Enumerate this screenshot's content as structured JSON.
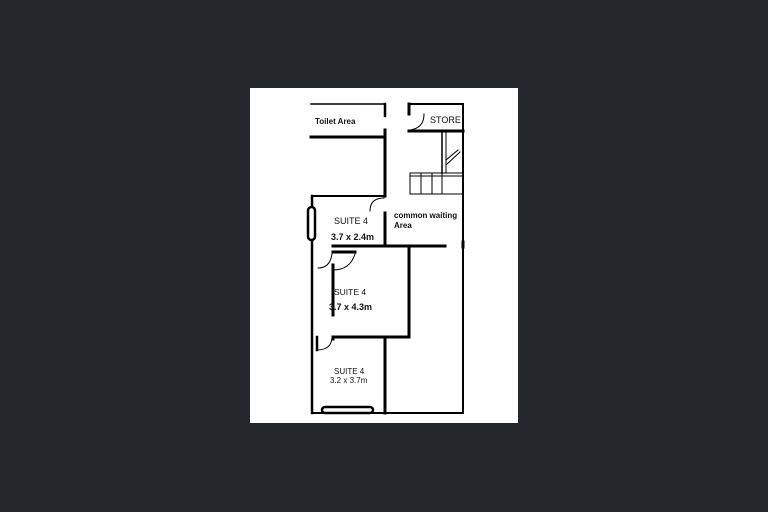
{
  "colors": {
    "background": "#23272c",
    "sheet": "#ffffff",
    "walls": "#000000"
  },
  "rooms": {
    "toilet": {
      "label": "Toilet Area"
    },
    "store": {
      "label": "STORE"
    },
    "waiting": {
      "label_line1": "common waiting",
      "label_line2": "Area"
    },
    "suite_a": {
      "name": "SUITE 4",
      "size": "3.7 x 2.4m"
    },
    "suite_b": {
      "name": "SUITE 4",
      "size": "3.7 x 4.3m"
    },
    "suite_c": {
      "name": "SUITE 4",
      "size": "3.2 x 3.7m"
    }
  }
}
